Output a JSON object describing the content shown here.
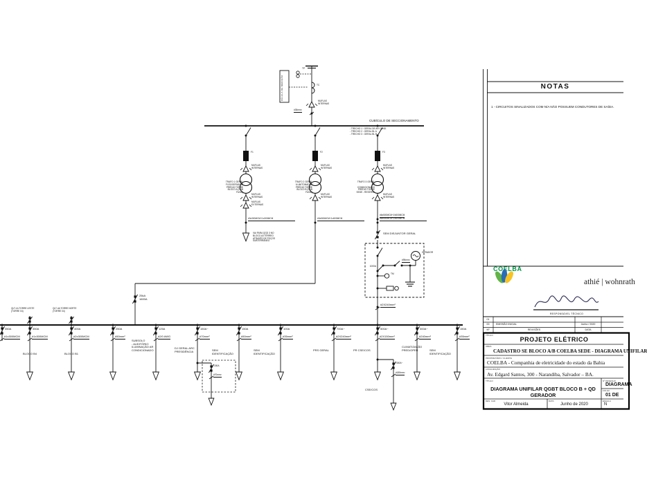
{
  "notes_panel": {
    "title": "NOTAS",
    "note1": "1 - CIRCUITOS SINALIZADOS COM N/A NÃO POSSUEM CONDUTORES DE SAÍDA."
  },
  "branding": {
    "coelba": "COELBA",
    "partner": "athié | wohnrath",
    "responsible": "RESPONSÁVEL TÉCNICO"
  },
  "revisions": {
    "rows": [
      {
        "num": "01",
        "desc": "",
        "date": ""
      },
      {
        "num": "00",
        "desc": "EMISSÃO INICIAL",
        "date": "Junho / 2020"
      },
      {
        "num": "Nº",
        "desc": "REVISÕES",
        "date": "DATA"
      }
    ]
  },
  "titleblock": {
    "lab_titulo": "TÍTULO",
    "projeto": "PROJETO ELÉTRICO",
    "lab_obra": "OBRA",
    "obra": "CADASTRO SE BLOCO A/B COELBA SEDE - DIAGRAMA UNIFILAR",
    "lab_cliente": "PROPRIETÁRIO / CLIENTE",
    "cliente": "COELBA - Companhia de eletricidade do estado da Bahia",
    "lab_local": "LOCALIZAÇÃO",
    "local": "Av. Edgard Santos, 300 - Narandiba, Salvador – BA.",
    "lab_titulo2": "TÍTULO",
    "titulo2": "DIAGRAMA UNIFILAR QGBT BLOCO B + QD GERADOR",
    "lab_desenho": "Nº DESENHO",
    "desenho": "DIAGRAMA",
    "lab_folha": "FOLHA",
    "folha": "01 DE",
    "lab_descad": "DES. CAD",
    "descad": "Vitor Almeida",
    "lab_data": "DATA",
    "data": "Junho de 2020",
    "lab_escala": "ESCALA",
    "escala": "N"
  },
  "diagram": {
    "metering": {
      "cell": "CÉLULA DE MEDIÇÃO",
      "tp": "TP",
      "tc": "TC",
      "entry_cable": "#35mm²"
    },
    "muflas_internas": "MUFLAS\nINTERNAS",
    "muflas_externas": "MUFLAS\nEXTERNAS",
    "bus_top_label": "CUBÍCULO DE SECCIONAMENTO",
    "bus_notes": [
      "- TRECHO 1 : GERAL DE AR COND.",
      "- TRECHO 2 : GERAL BL A",
      "- TRECHO 3 : GERAL BL B"
    ],
    "branches": [
      {
        "fuse": "F1",
        "trafo_note": "TRAFO 1 GERAL\nFLEX/GERADOR\nPRÉDIO TORRE\nBLOCO A (SUB FUND)",
        "cable": "#3x300MCM+1x300MCM",
        "dest": "VAI PARA QGD 3 NO\nBLOCO A3 TÉRREO\nATRAVÉS DE POÇOS\nSUBTERRÂNEO"
      },
      {
        "fuse": "F2",
        "trafo_note": "TRAFO 2 GERAL\nILUM/TOMADAS\nPRÉDIO TORRE\nBLOCO B (SUB FUND)",
        "cable": "#3x500MCM+1x500MCM",
        "dest": ""
      },
      {
        "fuse": "F3",
        "trafo_note": "TRAFO 3 GERAL\nAR CONDICIONADO\nPRÉDIO TORRE\nSEDE - RESERVA",
        "cable": "#6x500MCM+2x500MCM",
        "dest": ""
      }
    ],
    "main_breaker": "25kA\n1600A",
    "no_main_label": "SEM DISJUNTOR GERAL",
    "transfer": {
      "rating": "1000A",
      "tm": "TM",
      "generator": "GERADOR",
      "gen_cable": "#95mm²",
      "out_cable": "#2X240mm²"
    },
    "qlt_labels": [
      "QLT-1A TORRE LESTE\n(TORRE 04)",
      "QLT-4A TORRE NORTE\n(TORRE 04)"
    ],
    "feeders": [
      {
        "amp": "350A",
        "cable": "#1x300MCM",
        "label": ""
      },
      {
        "amp": "350A",
        "cable": "#1x300MCM",
        "label": "BLOCO B4"
      },
      {
        "amp": "400A",
        "cable": "#2x300MCM",
        "label": "BLOCO B1"
      },
      {
        "amp": "250A",
        "cable": "#50mm²",
        "label": "SUBSOLO\n- AUDITÓRIO\nILUMINAÇÃO AR\nCONDICIONADO"
      },
      {
        "amp": "125A",
        "cable": "#2/0 AWG",
        "label": "DJ GERAL ARC\nPRESIDÊNCIA"
      },
      {
        "amp": "150A~",
        "cable": "#70mm²",
        "label": "SEM IDENTIFICAÇÃO"
      },
      {
        "amp": "150A",
        "cable": "#50mm²",
        "label": "SEM IDENTIFICAÇÃO"
      },
      {
        "amp": "100A",
        "cable": "#35mm²",
        "label": ""
      },
      {
        "amp": "700A~",
        "cable": "#2X240mm²",
        "label": "PRS GERAL"
      },
      {
        "amp": "500A~",
        "cable": "#2X150mm²",
        "label": "PR CSE/COS"
      },
      {
        "amp": "300A~",
        "cable": "#240mm²",
        "label": "CLIMATIZAÇÃO\nPRED/OPER"
      },
      {
        "amp": "150A",
        "cable": "#35mm²",
        "label": "SEM IDENTIFICAÇÃO"
      }
    ],
    "sub_feeders": [
      {
        "amp": "150A",
        "cable": "#70mm²",
        "label": ""
      },
      {
        "amp": "400A~",
        "cable": "#185mm²",
        "label": "CSE/COS"
      }
    ]
  }
}
